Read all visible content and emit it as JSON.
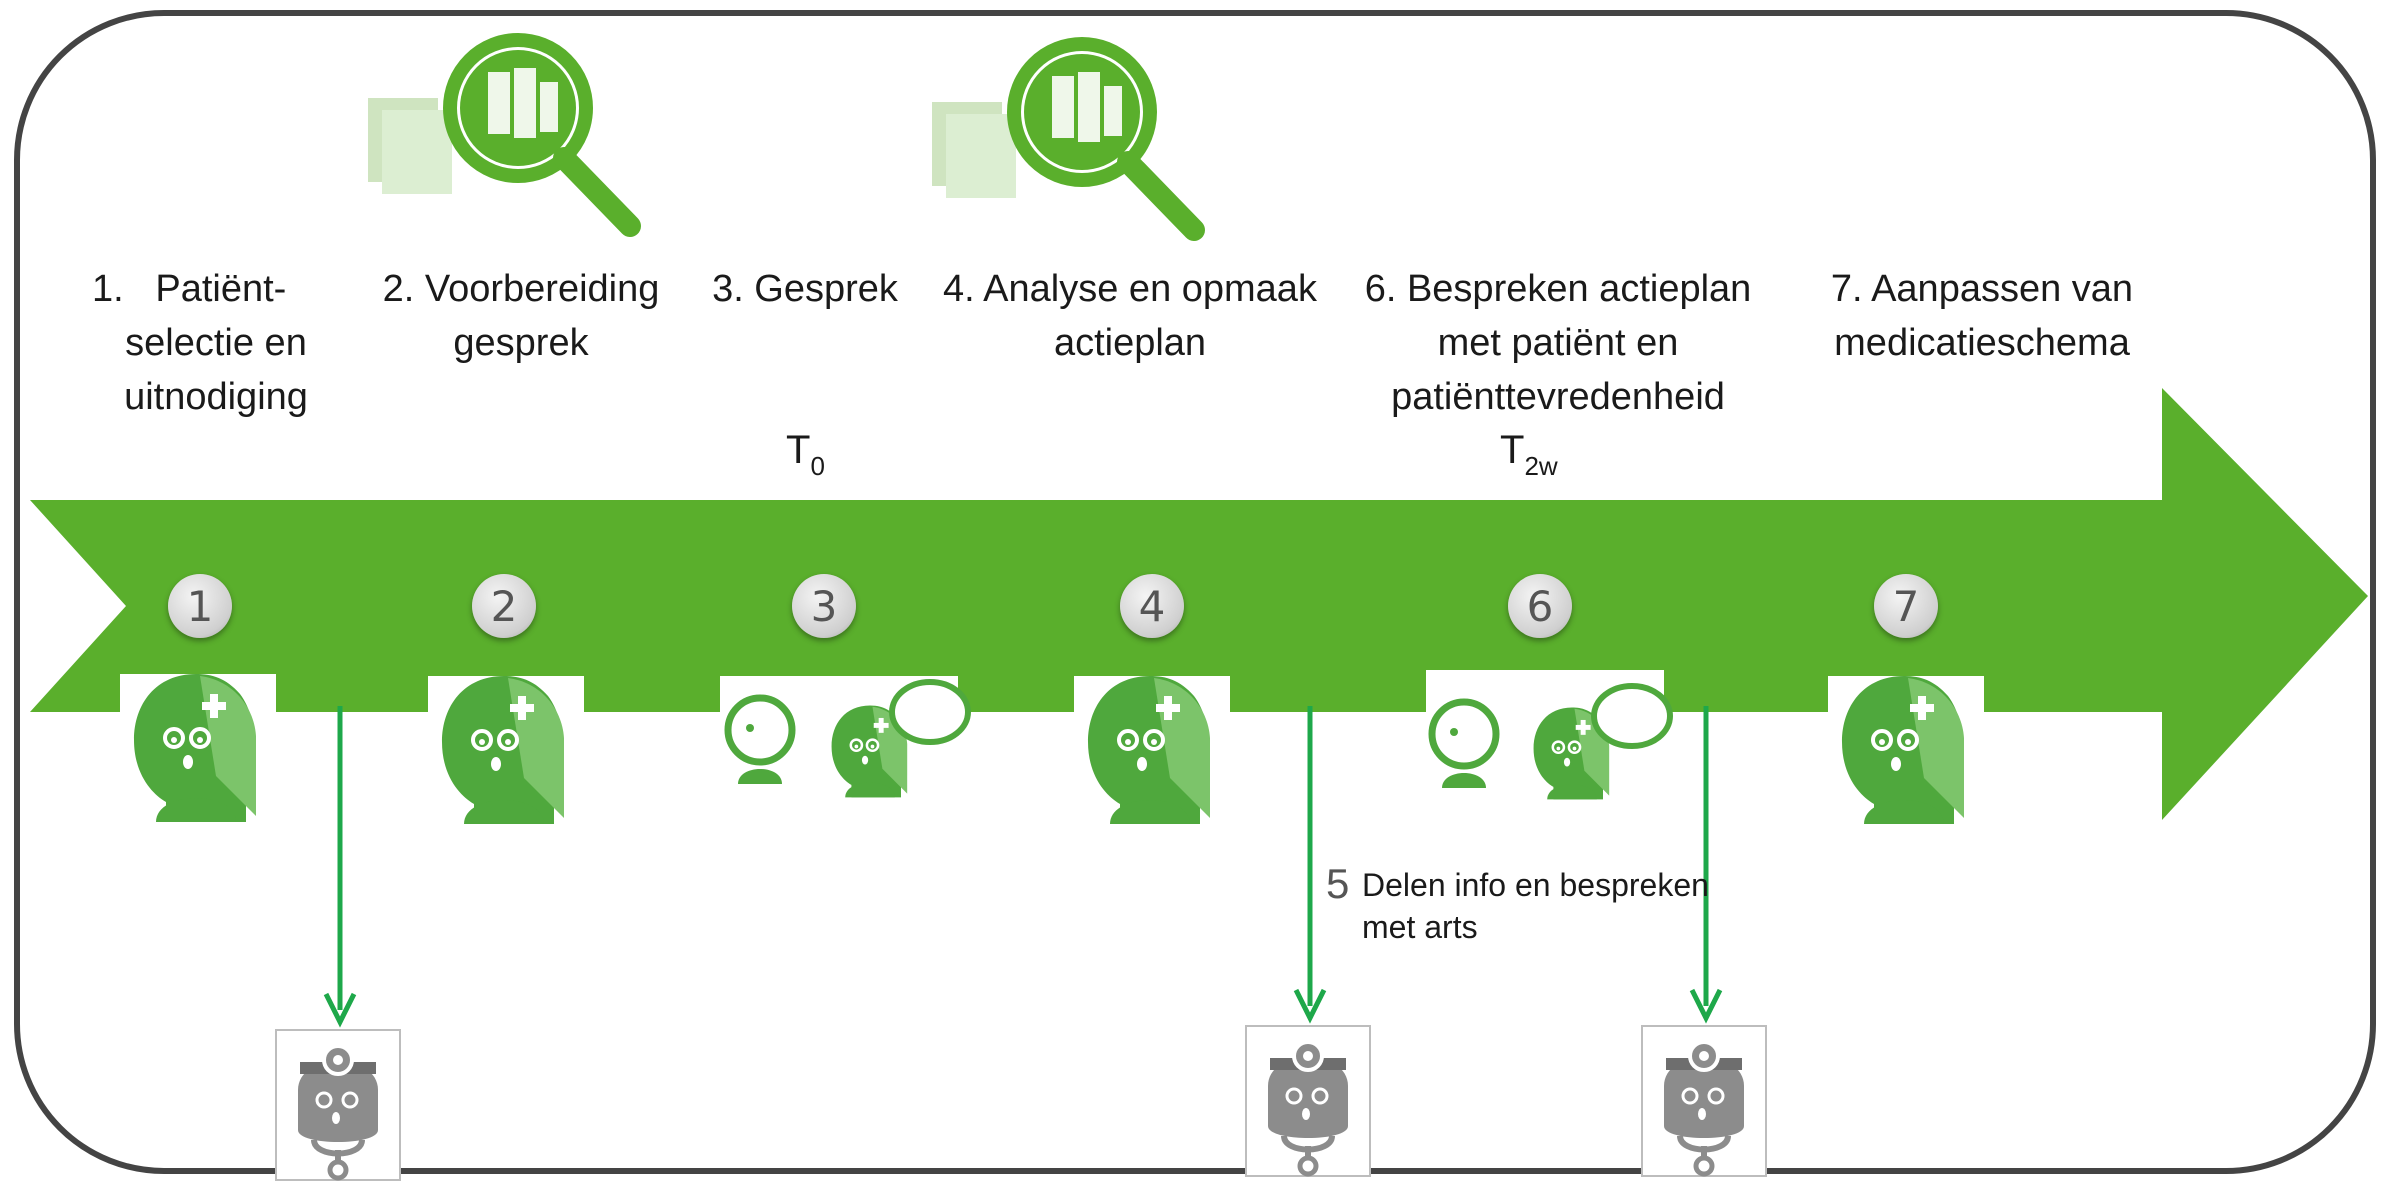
{
  "steps": [
    {
      "number": "1",
      "label_lines": [
        "1.   Patiënt-",
        "selectie en",
        "uitnodiging"
      ],
      "icon": "pharmacist-icon"
    },
    {
      "number": "2",
      "label_lines": [
        "2. Voorbereiding",
        "gesprek"
      ],
      "icon": "pharmacist-icon"
    },
    {
      "number": "3",
      "label_lines": [
        "3. Gesprek"
      ],
      "icon": "conversation-icon"
    },
    {
      "number": "4",
      "label_lines": [
        "4. Analyse en opmaak",
        "actieplan"
      ],
      "icon": "pharmacist-icon"
    },
    {
      "number": "6",
      "label_lines": [
        "6. Bespreken actieplan",
        "met patiënt en",
        "patiënttevredenheid"
      ],
      "icon": "conversation-icon"
    },
    {
      "number": "7",
      "label_lines": [
        "7. Aanpassen van",
        "medicatieschema"
      ],
      "icon": "pharmacist-icon"
    }
  ],
  "time_marks": [
    {
      "base": "T",
      "sub": "0"
    },
    {
      "base": "T",
      "sub": "2w"
    }
  ],
  "side_step": {
    "number": "5",
    "label_lines": [
      "Delen info en bespreken",
      "met arts"
    ]
  },
  "colors": {
    "arrow_green": "#5aaf2c",
    "icon_green": "#4fa83d",
    "connector_green": "#1ea84a",
    "doctor_gray": "#8c8c8c",
    "frame": "#444444"
  },
  "decorations": [
    "document-magnifier-icon",
    "document-magnifier-icon",
    "doctor-icon",
    "doctor-icon",
    "doctor-icon"
  ]
}
